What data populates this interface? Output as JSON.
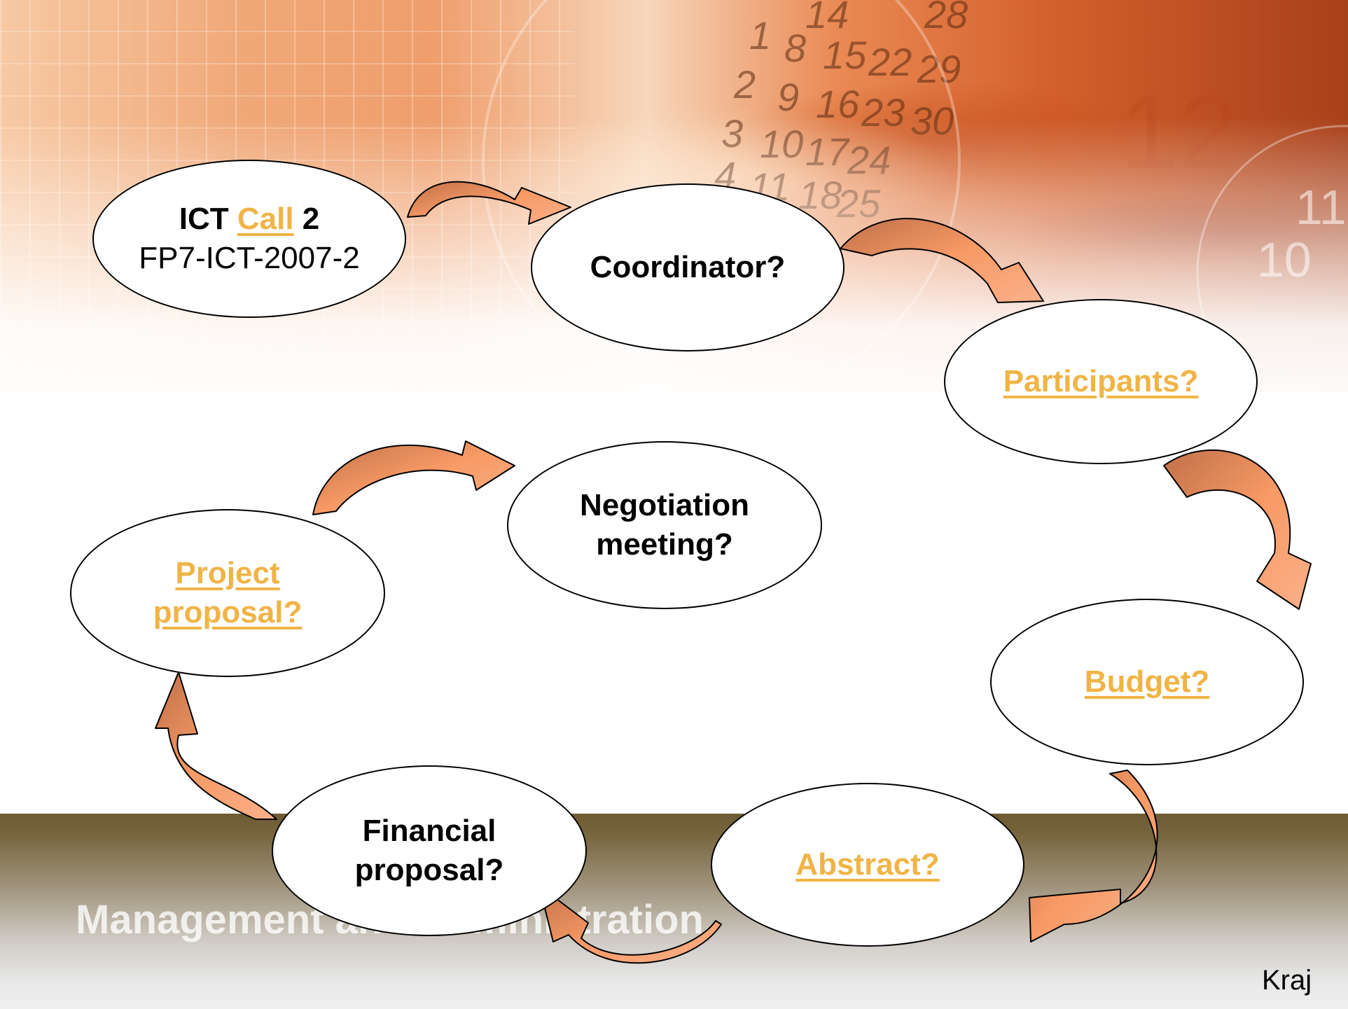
{
  "slide": {
    "footer_title": "Management and Administration",
    "nav_link": "Kraj",
    "colors": {
      "arrow_fill": "#f79a65",
      "arrow_dark": "#c8744f",
      "link": "#f0b446",
      "footer_band": "#76653d"
    }
  },
  "nodes": {
    "ict_call": {
      "prefix": "ICT",
      "link": "Call",
      "suffix": "2",
      "code": "FP7-ICT-2007-2"
    },
    "coordinator": {
      "label": "Coordinator?"
    },
    "participants": {
      "label": "Participants?"
    },
    "budget": {
      "label": "Budget?"
    },
    "abstract": {
      "label": "Abstract?"
    },
    "financial": {
      "line1": "Financial",
      "line2": "proposal?"
    },
    "project": {
      "line1": "Project",
      "line2": "proposal?"
    },
    "negotiation": {
      "line1": "Negotiation",
      "line2": "meeting?"
    }
  },
  "header_numbers": [
    "14",
    "28",
    "1",
    "8",
    "15",
    "22",
    "29",
    "2",
    "9",
    "16",
    "23",
    "30",
    "3",
    "10",
    "17",
    "24",
    "4",
    "11",
    "18",
    "25",
    "11",
    "10",
    "12"
  ]
}
